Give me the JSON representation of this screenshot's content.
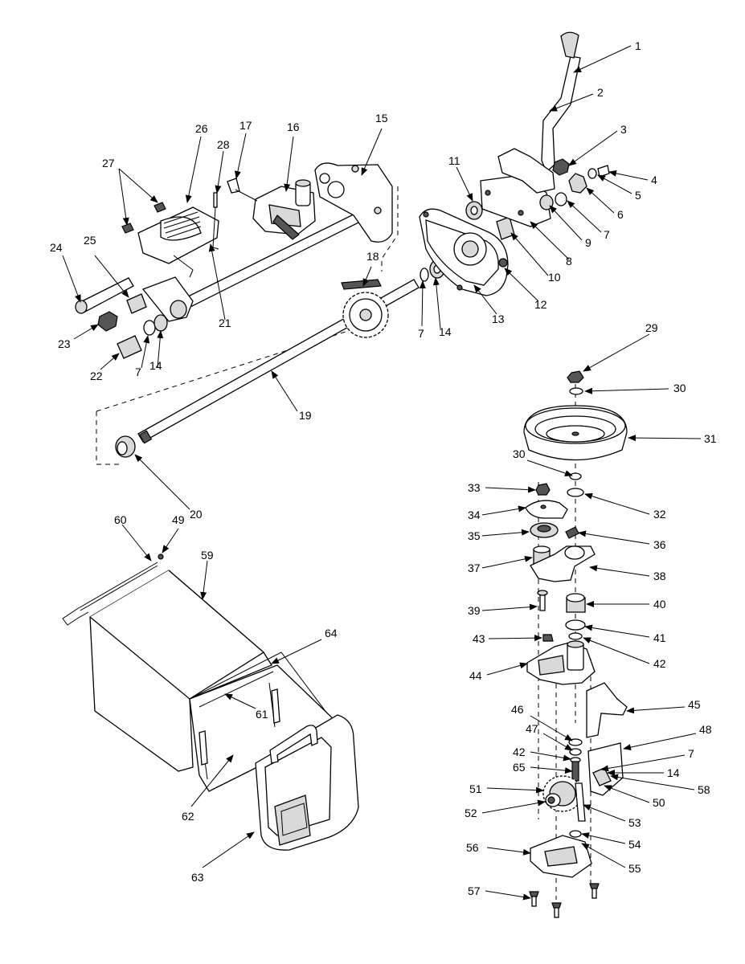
{
  "callouts": [
    "1",
    "2",
    "3",
    "4",
    "5",
    "6",
    "7",
    "8",
    "9",
    "10",
    "11",
    "12",
    "13",
    "14",
    "15",
    "16",
    "17",
    "18",
    "19",
    "20",
    "21",
    "22",
    "23",
    "24",
    "25",
    "26",
    "27",
    "28",
    "29",
    "30",
    "31",
    "32",
    "33",
    "34",
    "35",
    "36",
    "37",
    "38",
    "39",
    "40",
    "41",
    "42",
    "43",
    "44",
    "45",
    "46",
    "47",
    "48",
    "49",
    "50",
    "51",
    "52",
    "53",
    "54",
    "55",
    "56",
    "57",
    "58",
    "59",
    "60",
    "61",
    "62",
    "63",
    "64",
    "65"
  ]
}
